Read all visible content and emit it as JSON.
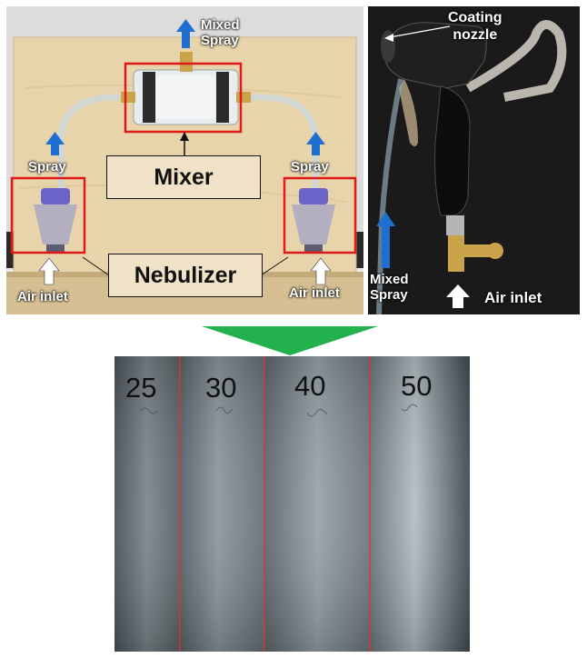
{
  "left_panel": {
    "mixed_spray_label_line1": "Mixed",
    "mixed_spray_label_line2": "Spray",
    "mixer_label": "Mixer",
    "nebulizer_label": "Nebulizer",
    "spray_left": "Spray",
    "spray_right": "Spray",
    "air_inlet_left": "Air inlet",
    "air_inlet_right": "Air inlet"
  },
  "right_panel": {
    "coating_nozzle_line1": "Coating",
    "coating_nozzle_line2": "nozzle",
    "mixed_spray_line1": "Mixed",
    "mixed_spray_line2": "Spray",
    "air_inlet": "Air inlet"
  },
  "bottom_panel": {
    "labels": [
      "25",
      "30",
      "40",
      "50"
    ]
  },
  "colors": {
    "highlight_box": "#e01818",
    "flow_arrow": "#1e6fd0",
    "inlet_arrow": "#ffffff",
    "transition_arrow": "#22b14c",
    "divider_line": "#e0352b"
  }
}
